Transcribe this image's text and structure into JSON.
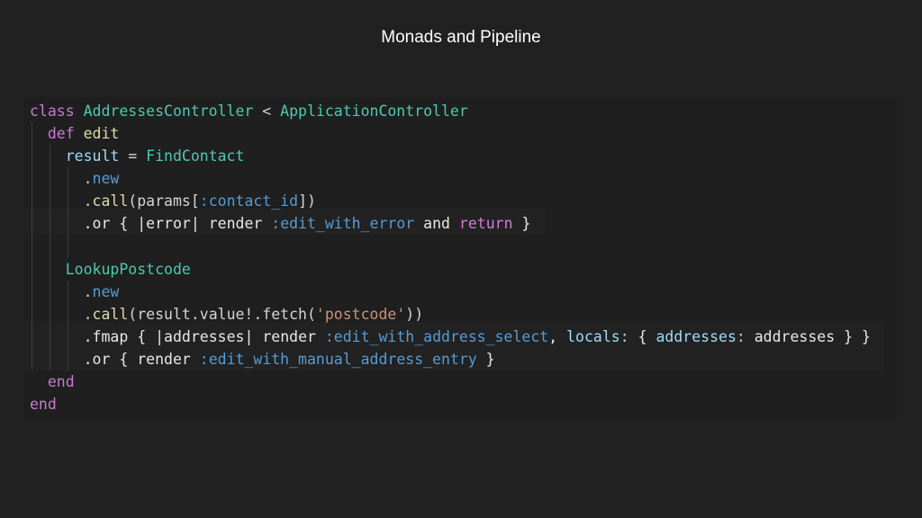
{
  "slide": {
    "title": "Monads and Pipeline"
  },
  "code": {
    "lines": [
      [
        {
          "t": "class ",
          "c": "kw"
        },
        {
          "t": "AddressesController",
          "c": "cls"
        },
        {
          "t": " < ",
          "c": "op"
        },
        {
          "t": "ApplicationController",
          "c": "cls"
        }
      ],
      [
        {
          "t": "  def ",
          "c": "def"
        },
        {
          "t": "edit",
          "c": "fn"
        }
      ],
      [
        {
          "t": "    result",
          "c": "var"
        },
        {
          "t": " = ",
          "c": "op"
        },
        {
          "t": "FindContact",
          "c": "cls"
        }
      ],
      [
        {
          "t": "      .",
          "c": "pl"
        },
        {
          "t": "new",
          "c": "sym"
        }
      ],
      [
        {
          "t": "      .",
          "c": "pl"
        },
        {
          "t": "call",
          "c": "fn"
        },
        {
          "t": "(params[",
          "c": "pl"
        },
        {
          "t": ":contact_id",
          "c": "sym"
        },
        {
          "t": "])",
          "c": "pl"
        }
      ],
      [
        {
          "t": "      .",
          "c": "wht"
        },
        {
          "t": "or",
          "c": "wht"
        },
        {
          "t": " { |",
          "c": "wht"
        },
        {
          "t": "error",
          "c": "wht"
        },
        {
          "t": "| ",
          "c": "wht"
        },
        {
          "t": "render ",
          "c": "wht"
        },
        {
          "t": ":edit_with_error ",
          "c": "sym"
        },
        {
          "t": "and ",
          "c": "wht"
        },
        {
          "t": "return",
          "c": "ret"
        },
        {
          "t": " }",
          "c": "wht"
        }
      ],
      [
        {
          "t": "",
          "c": "pl"
        }
      ],
      [
        {
          "t": "    LookupPostcode",
          "c": "cls"
        }
      ],
      [
        {
          "t": "      .",
          "c": "pl"
        },
        {
          "t": "new",
          "c": "sym"
        }
      ],
      [
        {
          "t": "      .",
          "c": "pl"
        },
        {
          "t": "call",
          "c": "fn"
        },
        {
          "t": "(result.value!.fetch(",
          "c": "pl"
        },
        {
          "t": "'postcode'",
          "c": "str"
        },
        {
          "t": "))",
          "c": "pl"
        }
      ],
      [
        {
          "t": "      .",
          "c": "wht"
        },
        {
          "t": "fmap",
          "c": "wht"
        },
        {
          "t": " { |",
          "c": "wht"
        },
        {
          "t": "addresses",
          "c": "wht"
        },
        {
          "t": "| ",
          "c": "wht"
        },
        {
          "t": "render ",
          "c": "wht"
        },
        {
          "t": ":edit_with_address_select",
          "c": "sym"
        },
        {
          "t": ", ",
          "c": "wht"
        },
        {
          "t": "locals: ",
          "c": "var"
        },
        {
          "t": "{ ",
          "c": "wht"
        },
        {
          "t": "addresses: ",
          "c": "var"
        },
        {
          "t": "addresses",
          "c": "wht"
        },
        {
          "t": " } }",
          "c": "wht"
        }
      ],
      [
        {
          "t": "      .",
          "c": "wht"
        },
        {
          "t": "or",
          "c": "wht"
        },
        {
          "t": " { ",
          "c": "wht"
        },
        {
          "t": "render ",
          "c": "wht"
        },
        {
          "t": ":edit_with_manual_address_entry",
          "c": "sym"
        },
        {
          "t": " }",
          "c": "wht"
        }
      ],
      [
        {
          "t": "  end",
          "c": "def"
        }
      ],
      [
        {
          "t": "end",
          "c": "def"
        }
      ]
    ]
  }
}
